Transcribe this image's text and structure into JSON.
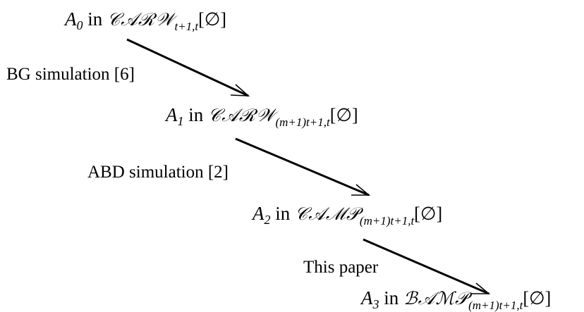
{
  "nodes": [
    {
      "var": "A",
      "index": "0",
      "in_word": "in",
      "class": "𝒞𝒜ℛ𝒲",
      "subscript": "t+1,t",
      "bracket": "[∅]"
    },
    {
      "var": "A",
      "index": "1",
      "in_word": "in",
      "class": "𝒞𝒜ℛ𝒲",
      "subscript": "(m+1)t+1,t",
      "bracket": "[∅]"
    },
    {
      "var": "A",
      "index": "2",
      "in_word": "in",
      "class": "𝒞𝒜ℳ𝒫",
      "subscript": "(m+1)t+1,t",
      "bracket": "[∅]"
    },
    {
      "var": "A",
      "index": "3",
      "in_word": "in",
      "class": "ℬ𝒜ℳ𝒫",
      "subscript": "(m+1)t+1,t",
      "bracket": "[∅]"
    }
  ],
  "edges": [
    {
      "label": "BG simulation [6]"
    },
    {
      "label": "ABD simulation [2]"
    },
    {
      "label": "This paper"
    }
  ],
  "colors": {
    "text": "#000000",
    "arrow": "#000000",
    "background": "#ffffff"
  }
}
